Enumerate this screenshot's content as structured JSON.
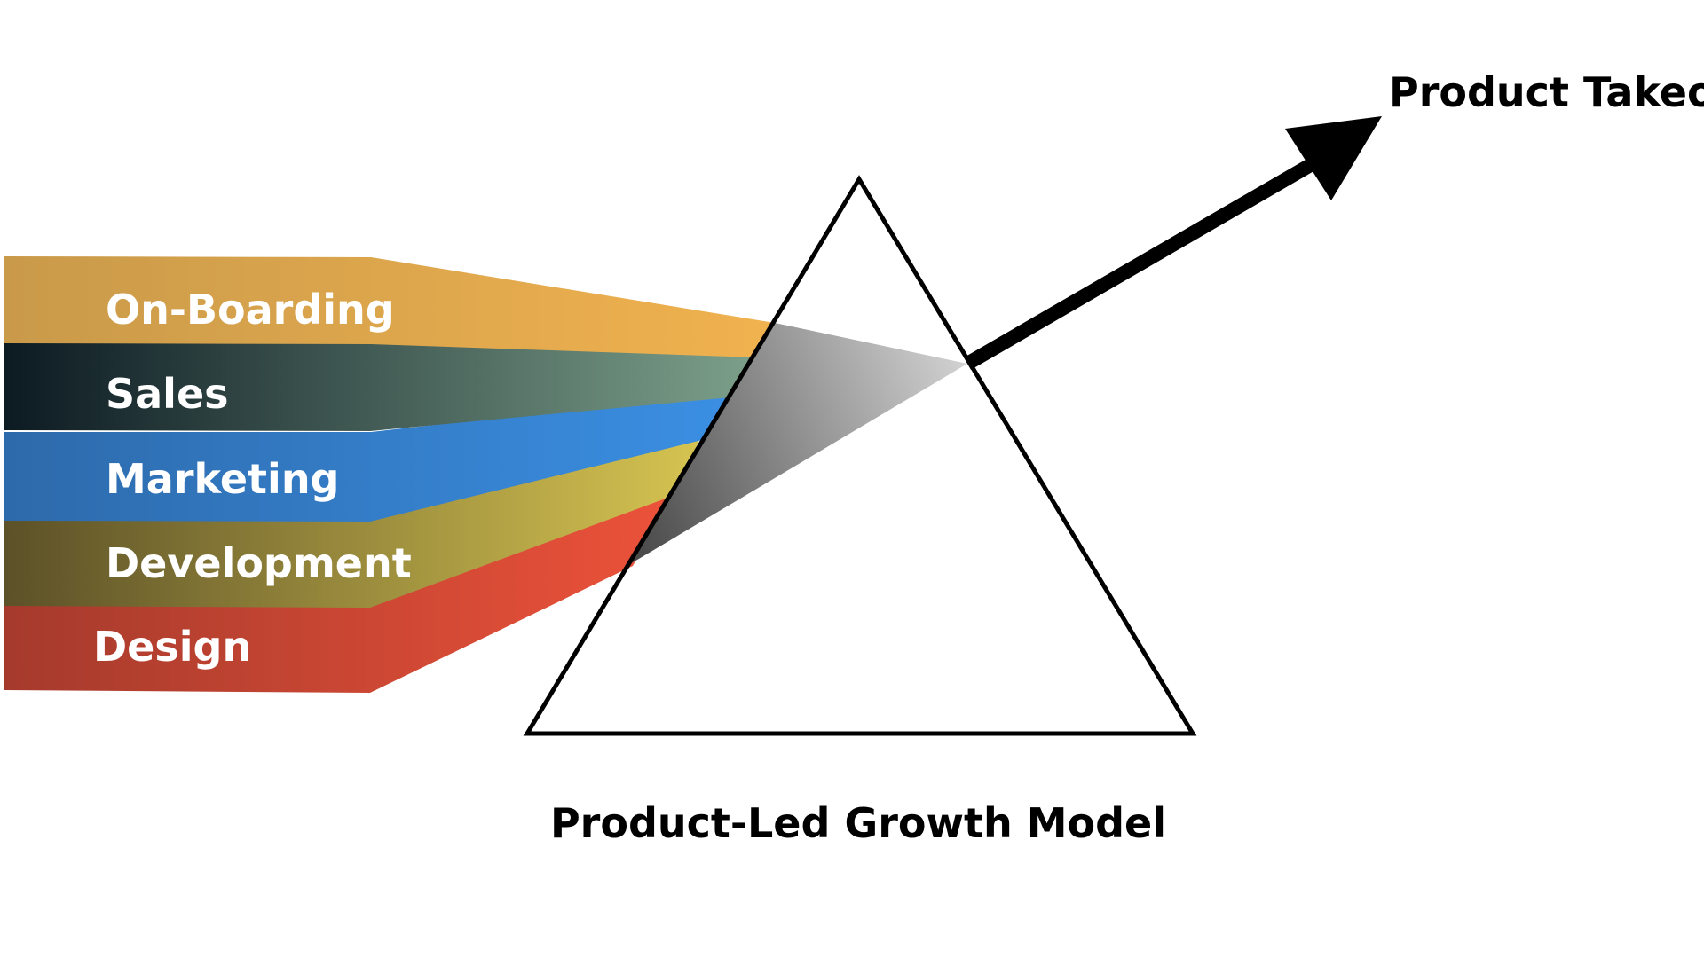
{
  "diagram": {
    "bands": [
      {
        "label": "On-Boarding",
        "color_start": "#c99a4a",
        "color_end": "#f1b24f"
      },
      {
        "label": "Sales",
        "color_start": "#0c1a22",
        "color_end": "#7ca08a"
      },
      {
        "label": "Marketing",
        "color_start": "#2d6aab",
        "color_end": "#3b8fe3"
      },
      {
        "label": "Development",
        "color_start": "#5c5128",
        "color_end": "#d6c451"
      },
      {
        "label": "Design",
        "color_start": "#a53a2c",
        "color_end": "#ec523a"
      }
    ],
    "output_label": "Product Takeoff",
    "caption": "Product-Led Growth Model",
    "colors": {
      "prism_stroke": "#000000",
      "beam_light": "#d2d2d2",
      "beam_dark": "#4a4a4a",
      "arrow": "#000000",
      "text_dark": "#000000",
      "text_light": "#ffffff"
    }
  }
}
